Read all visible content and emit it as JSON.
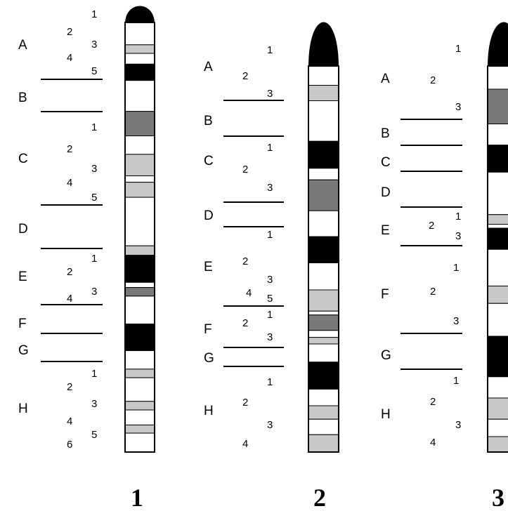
{
  "chromosomes": [
    {
      "number": "1",
      "bands": [
        {
          "shade": "white",
          "y0": 0.0,
          "y1": 0.052
        },
        {
          "shade": "light",
          "y0": 0.052,
          "y1": 0.072
        },
        {
          "shade": "white",
          "y0": 0.072,
          "y1": 0.097
        },
        {
          "shade": "black",
          "y0": 0.097,
          "y1": 0.135
        },
        {
          "shade": "white",
          "y0": 0.135,
          "y1": 0.207
        },
        {
          "shade": "dark",
          "y0": 0.207,
          "y1": 0.264
        },
        {
          "shade": "white",
          "y0": 0.264,
          "y1": 0.307
        },
        {
          "shade": "light",
          "y0": 0.307,
          "y1": 0.357
        },
        {
          "shade": "white",
          "y0": 0.357,
          "y1": 0.372
        },
        {
          "shade": "light",
          "y0": 0.372,
          "y1": 0.407
        },
        {
          "shade": "white",
          "y0": 0.407,
          "y1": 0.52
        },
        {
          "shade": "light",
          "y0": 0.52,
          "y1": 0.542
        },
        {
          "shade": "black",
          "y0": 0.542,
          "y1": 0.605
        },
        {
          "shade": "white",
          "y0": 0.605,
          "y1": 0.617
        },
        {
          "shade": "dark",
          "y0": 0.617,
          "y1": 0.637
        },
        {
          "shade": "white",
          "y0": 0.637,
          "y1": 0.702
        },
        {
          "shade": "black",
          "y0": 0.702,
          "y1": 0.764
        },
        {
          "shade": "white",
          "y0": 0.764,
          "y1": 0.807
        },
        {
          "shade": "light",
          "y0": 0.807,
          "y1": 0.827
        },
        {
          "shade": "white",
          "y0": 0.827,
          "y1": 0.882
        },
        {
          "shade": "light",
          "y0": 0.882,
          "y1": 0.902
        },
        {
          "shade": "white",
          "y0": 0.902,
          "y1": 0.937
        },
        {
          "shade": "light",
          "y0": 0.937,
          "y1": 0.956
        },
        {
          "shade": "white",
          "y0": 0.956,
          "y1": 1.0
        }
      ]
    },
    {
      "number": "2",
      "bands": [
        {
          "shade": "white",
          "y0": 0.0,
          "y1": 0.05
        },
        {
          "shade": "light",
          "y0": 0.05,
          "y1": 0.09
        },
        {
          "shade": "white",
          "y0": 0.09,
          "y1": 0.195
        },
        {
          "shade": "black",
          "y0": 0.195,
          "y1": 0.265
        },
        {
          "shade": "white",
          "y0": 0.265,
          "y1": 0.295
        },
        {
          "shade": "dark",
          "y0": 0.295,
          "y1": 0.375
        },
        {
          "shade": "white",
          "y0": 0.375,
          "y1": 0.442
        },
        {
          "shade": "black",
          "y0": 0.442,
          "y1": 0.51
        },
        {
          "shade": "white",
          "y0": 0.51,
          "y1": 0.58
        },
        {
          "shade": "light",
          "y0": 0.58,
          "y1": 0.635
        },
        {
          "shade": "white",
          "y0": 0.635,
          "y1": 0.645
        },
        {
          "shade": "dark",
          "y0": 0.645,
          "y1": 0.685
        },
        {
          "shade": "white",
          "y0": 0.685,
          "y1": 0.703
        },
        {
          "shade": "light",
          "y0": 0.703,
          "y1": 0.72
        },
        {
          "shade": "white",
          "y0": 0.72,
          "y1": 0.767
        },
        {
          "shade": "black",
          "y0": 0.767,
          "y1": 0.837
        },
        {
          "shade": "white",
          "y0": 0.837,
          "y1": 0.88
        },
        {
          "shade": "light",
          "y0": 0.88,
          "y1": 0.915
        },
        {
          "shade": "white",
          "y0": 0.915,
          "y1": 0.955
        },
        {
          "shade": "light",
          "y0": 0.955,
          "y1": 1.0
        }
      ]
    },
    {
      "number": "3",
      "bands": [
        {
          "shade": "white",
          "y0": 0.0,
          "y1": 0.06
        },
        {
          "shade": "dark",
          "y0": 0.06,
          "y1": 0.15
        },
        {
          "shade": "white",
          "y0": 0.15,
          "y1": 0.205
        },
        {
          "shade": "black",
          "y0": 0.205,
          "y1": 0.275
        },
        {
          "shade": "white",
          "y0": 0.275,
          "y1": 0.385
        },
        {
          "shade": "light",
          "y0": 0.385,
          "y1": 0.41
        },
        {
          "shade": "white",
          "y0": 0.41,
          "y1": 0.42
        },
        {
          "shade": "black",
          "y0": 0.42,
          "y1": 0.475
        },
        {
          "shade": "white",
          "y0": 0.475,
          "y1": 0.57
        },
        {
          "shade": "light",
          "y0": 0.57,
          "y1": 0.615
        },
        {
          "shade": "white",
          "y0": 0.615,
          "y1": 0.7
        },
        {
          "shade": "black",
          "y0": 0.7,
          "y1": 0.805
        },
        {
          "shade": "white",
          "y0": 0.805,
          "y1": 0.86
        },
        {
          "shade": "light",
          "y0": 0.86,
          "y1": 0.915
        },
        {
          "shade": "white",
          "y0": 0.915,
          "y1": 0.96
        },
        {
          "shade": "light",
          "y0": 0.96,
          "y1": 1.0
        }
      ]
    }
  ],
  "labels": {
    "c1": {
      "A": "A",
      "B": "B",
      "C": "C",
      "D": "D",
      "E": "E",
      "F": "F",
      "G": "G",
      "H": "H",
      "A1": "1",
      "A2": "2",
      "A3": "3",
      "A4": "4",
      "A5": "5",
      "C1": "1",
      "C2": "2",
      "C3": "3",
      "C4": "4",
      "C5": "5",
      "E1": "1",
      "E2": "2",
      "E3": "3",
      "E4": "4",
      "H1": "1",
      "H2": "2",
      "H3": "3",
      "H4": "4",
      "H5": "5",
      "H6": "6"
    },
    "c2": {
      "A": "A",
      "B": "B",
      "C": "C",
      "D": "D",
      "E": "E",
      "F": "F",
      "G": "G",
      "H": "H",
      "A1": "1",
      "A2": "2",
      "A3": "3",
      "C1": "1",
      "C2": "2",
      "C3": "3",
      "E1": "1",
      "E2": "2",
      "E3": "3",
      "E4": "4",
      "E5": "5",
      "F1": "1",
      "F2": "2",
      "F3": "3",
      "H1": "1",
      "H2": "2",
      "H3": "3",
      "H4": "4"
    },
    "c3": {
      "A": "A",
      "B": "B",
      "C": "C",
      "D": "D",
      "E": "E",
      "F": "F",
      "G": "G",
      "H": "H",
      "A1": "1",
      "A2": "2",
      "A3": "3",
      "E1": "1",
      "E2": "2",
      "E3": "3",
      "F1": "1",
      "F2": "2",
      "F3": "3",
      "H1": "1",
      "H2": "2",
      "H3": "3",
      "H4": "4"
    }
  },
  "colors": {
    "white": "#ffffff",
    "light": "#c8c8c8",
    "dark": "#7a7a7a",
    "black": "#000000"
  }
}
